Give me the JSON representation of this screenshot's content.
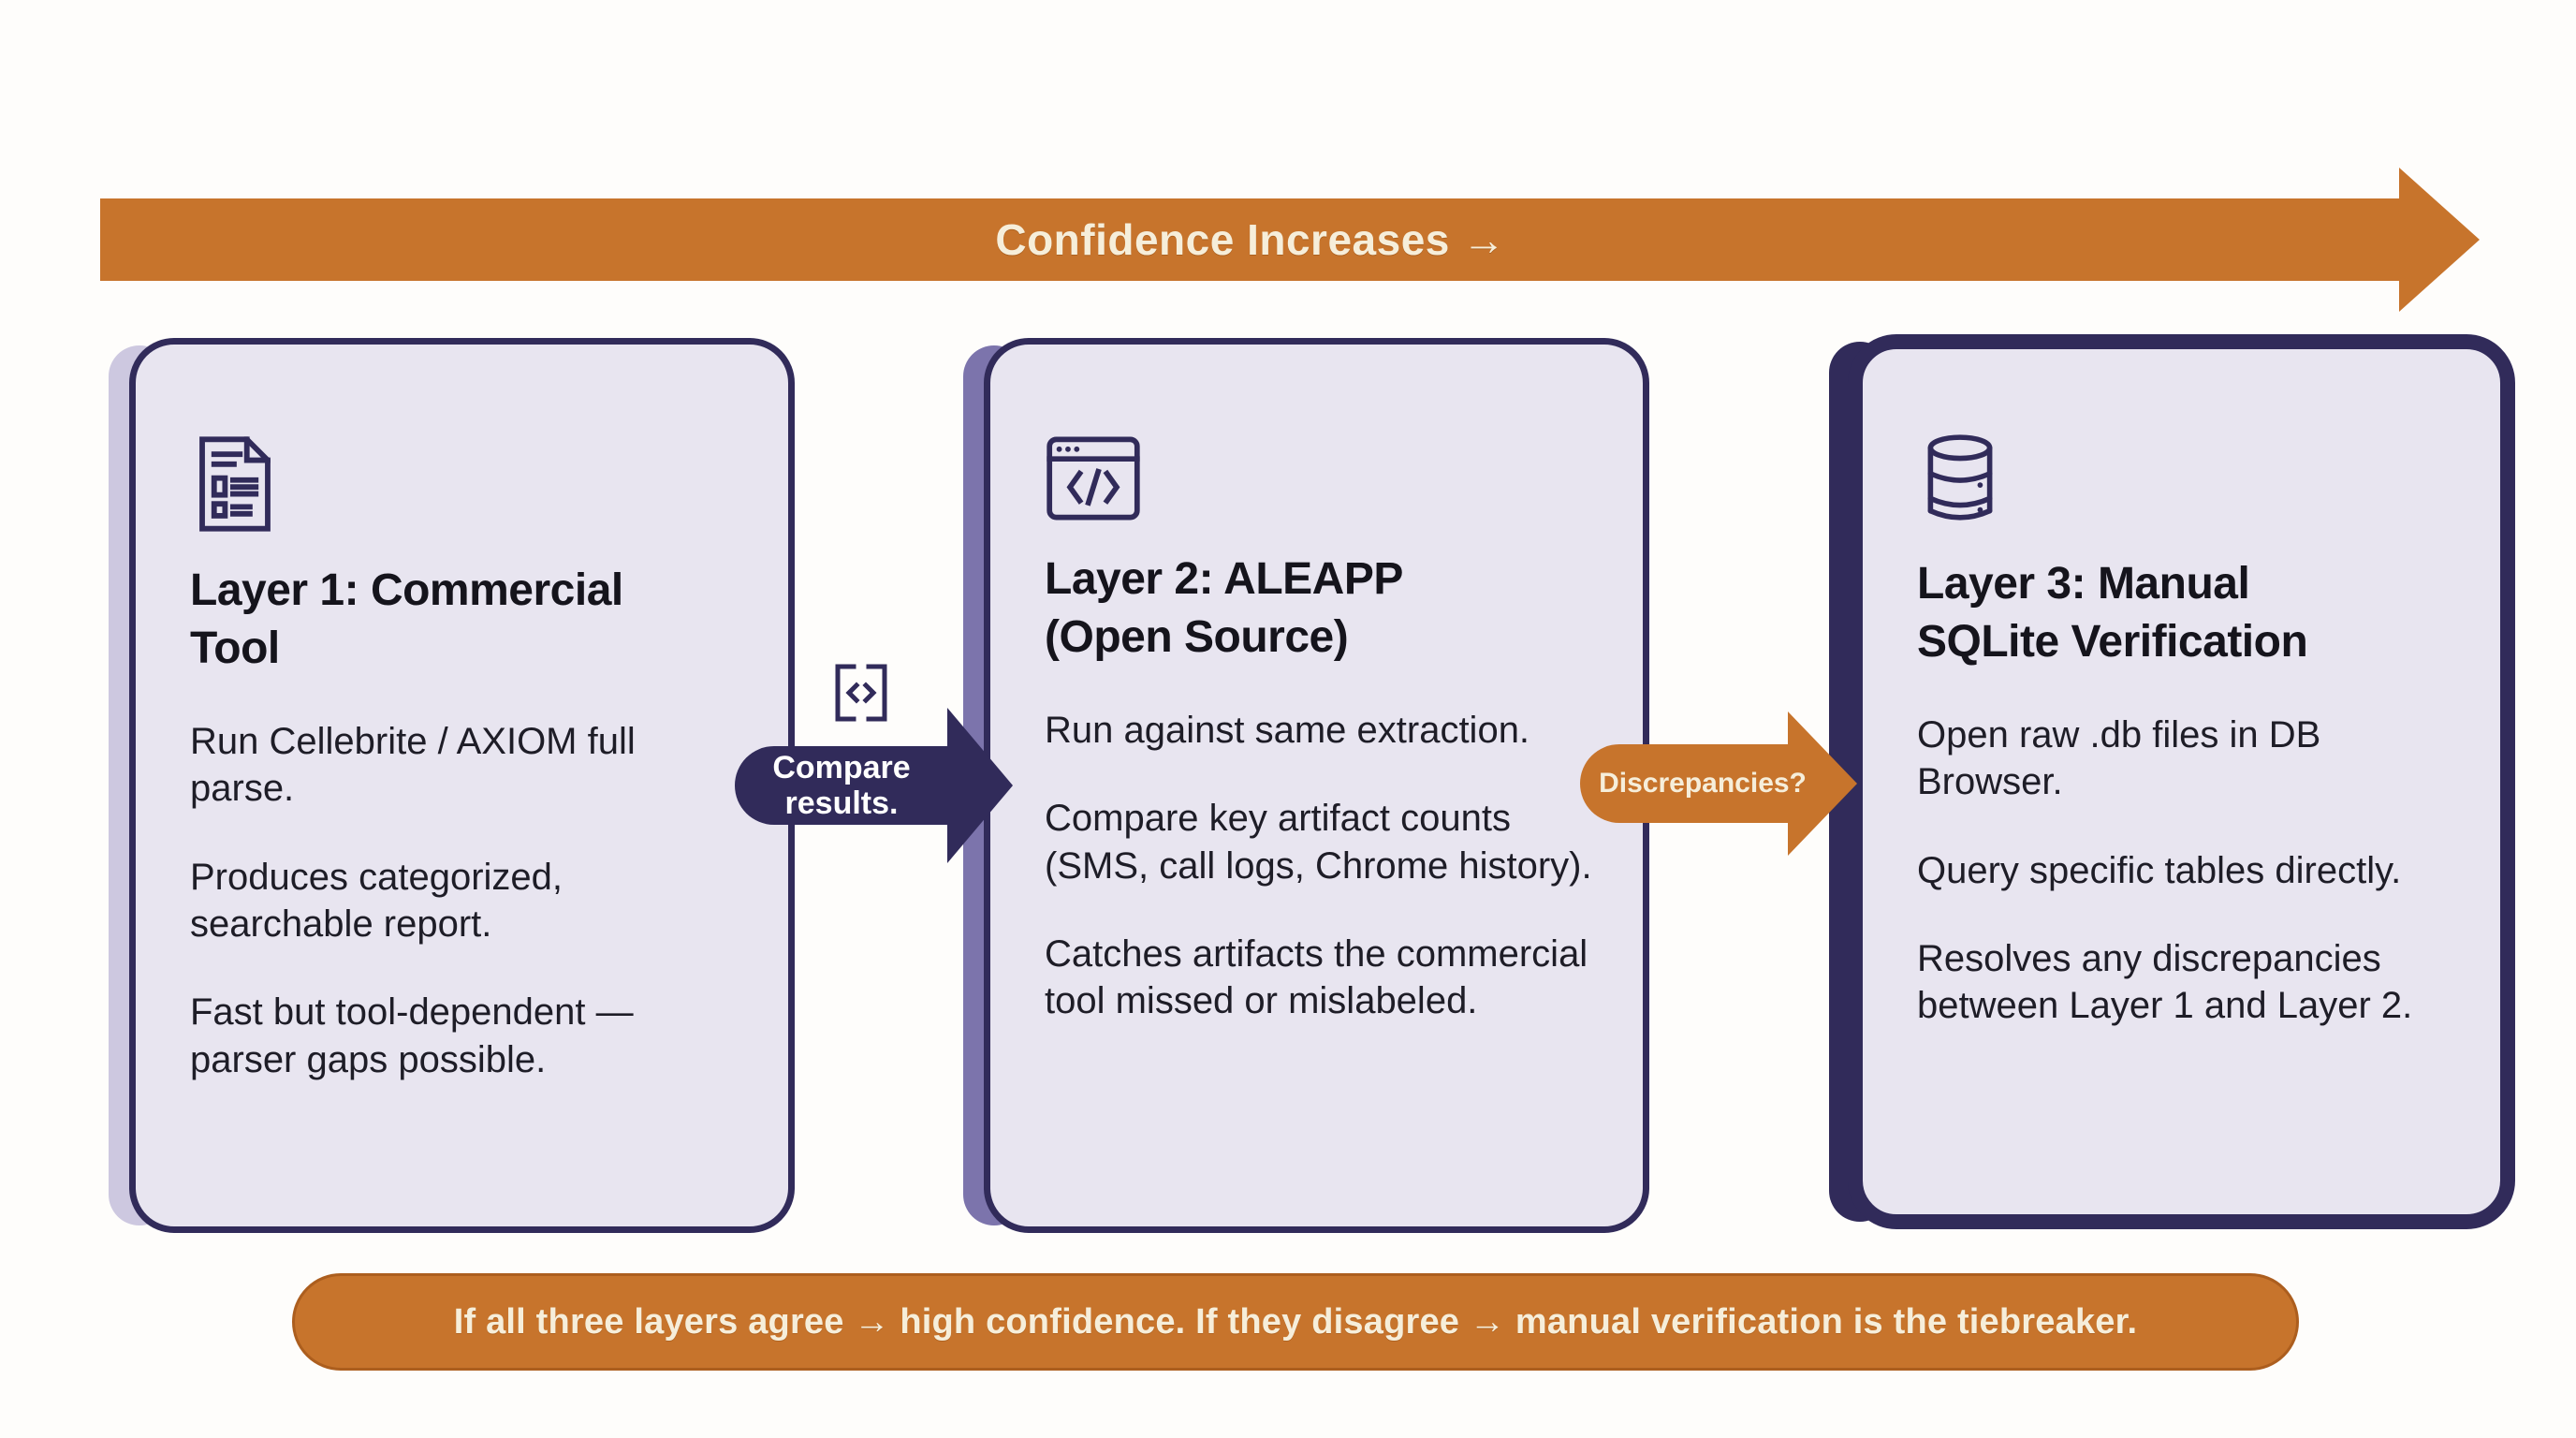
{
  "banner": {
    "label": "Confidence Increases →",
    "color": "#C7742C",
    "text_color": "#F6EEDA"
  },
  "cards": [
    {
      "icon": "report-document-icon",
      "title": "Layer 1: Commercial\nTool",
      "paragraphs": [
        "Run Cellebrite / AXIOM full parse.",
        "Produces categorized, searchable report.",
        "Fast but tool-dependent — parser gaps possible."
      ]
    },
    {
      "icon": "browser-code-icon",
      "title": "Layer 2: ALEAPP\n(Open Source)",
      "paragraphs": [
        "Run against same extraction.",
        "Compare key artifact counts (SMS, call logs, Chrome history).",
        "Catches artifacts the commercial tool missed or mislabeled."
      ]
    },
    {
      "icon": "database-icon",
      "title": "Layer 3: Manual\nSQLite Verification",
      "paragraphs": [
        "Open raw .db files in DB Browser.",
        "Query specific tables directly.",
        "Resolves any discrepancies between Layer 1 and Layer 2."
      ]
    }
  ],
  "connectors": [
    {
      "label": "Compare\nresults.",
      "icon": "code-compare-icon",
      "color": "#312B5A",
      "text_color": "#FFFFFF"
    },
    {
      "label": "Discrepancies?",
      "color": "#C7742C",
      "text_color": "#F6EEDA"
    }
  ],
  "footer": {
    "label": "If all three layers agree → high confidence. If they disagree → manual verification is the tiebreaker.",
    "color": "#C7742C",
    "text_color": "#F6EEDA"
  },
  "colors": {
    "card_background": "#E8E5F0",
    "card_border": "#312B5A",
    "card1_edge": "#CDC8E0",
    "card2_edge": "#7C74AC",
    "card3_edge": "#312B5A",
    "title_text": "#15141C",
    "body_text": "#1E1D27",
    "page_background": "#FEFDFB"
  }
}
